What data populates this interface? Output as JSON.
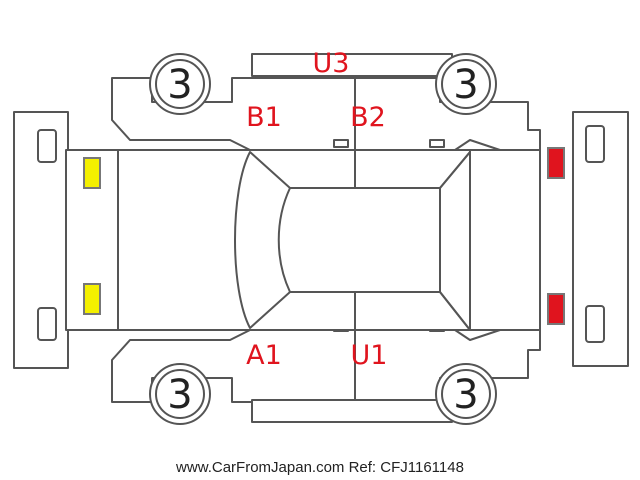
{
  "diagram": {
    "panel_codes": {
      "roof_left_upper": "U3",
      "rear_door_left": "B1",
      "rear_door_right": "B2",
      "front_door_left": "A1",
      "front_door_right": "U1"
    },
    "wheel_ratings": {
      "top_left": "3",
      "top_right": "3",
      "bottom_left": "3",
      "bottom_right": "3"
    },
    "markers": {
      "front_left_headlight": {
        "color": "#f4f000",
        "status": "yellow"
      },
      "front_right_headlight": {
        "color": "#f4f000",
        "status": "yellow"
      },
      "rear_left_taillight": {
        "color": "#e0141e",
        "status": "red"
      },
      "rear_right_taillight": {
        "color": "#e0141e",
        "status": "red"
      }
    }
  },
  "footer": {
    "text": "www.CarFromJapan.com Ref: CFJ1161148"
  }
}
